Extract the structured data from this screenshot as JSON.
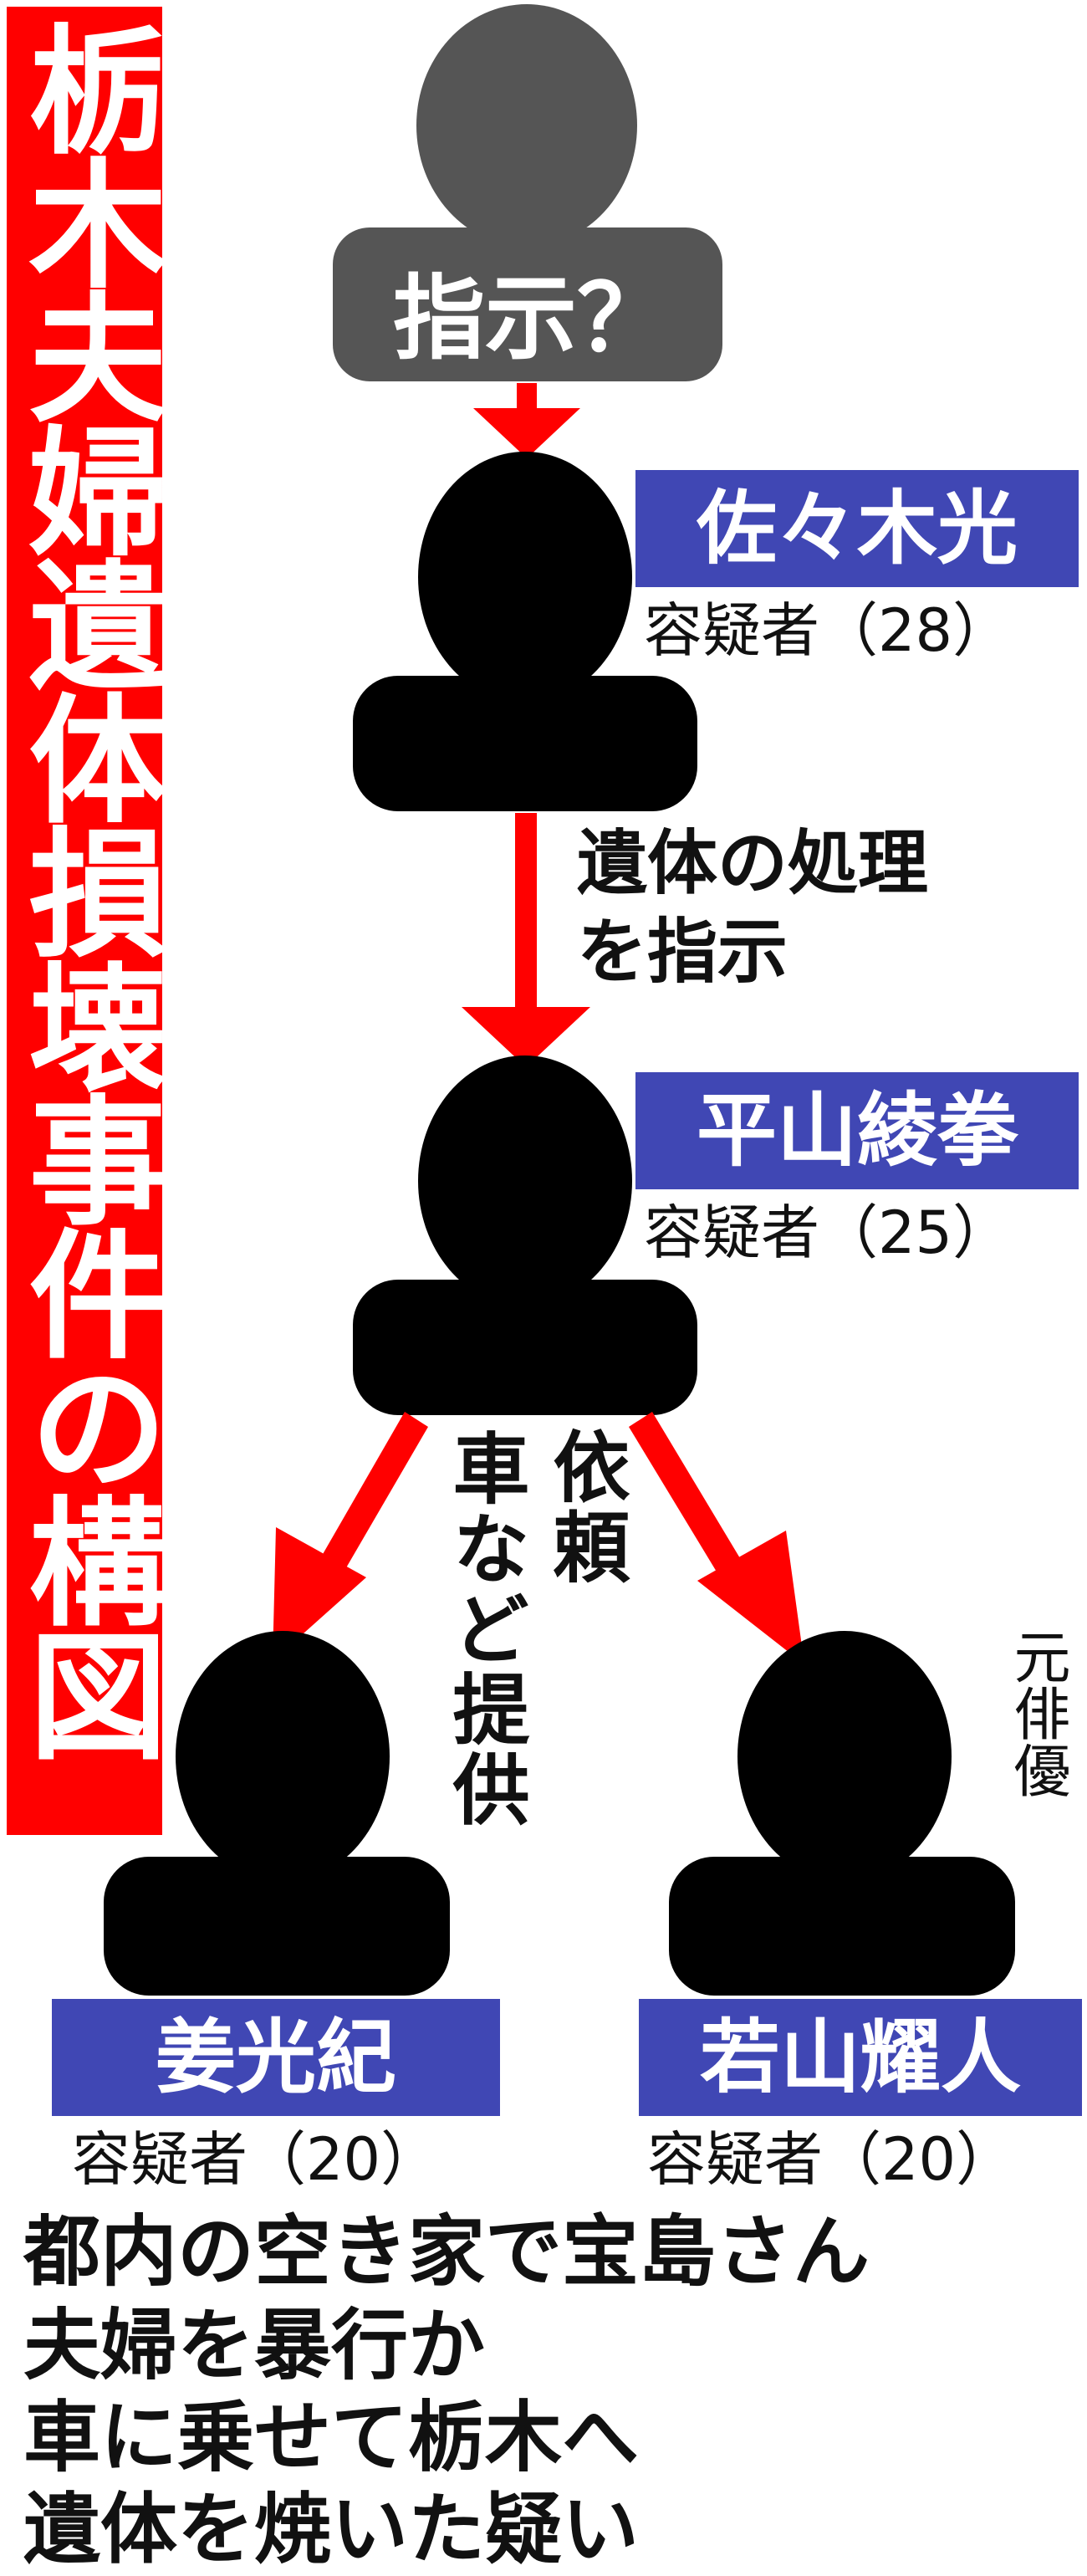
{
  "title": "栃木夫婦遺体損壊事件の構図",
  "top_figure": {
    "label": "指示？"
  },
  "persons": [
    {
      "name": "佐々木光",
      "status": "容疑者（28）"
    },
    {
      "name": "平山綾拳",
      "status": "容疑者（25）"
    },
    {
      "name": "姜光紀",
      "status": "容疑者（20）"
    },
    {
      "name": "若山耀人",
      "status": "容疑者（20）",
      "note": "元俳優"
    }
  ],
  "relations": {
    "sasaki_to_hirayama": [
      "遺体の処理",
      "を指示"
    ],
    "hirayama_to_left": "車など提供",
    "hirayama_to_right": "依頼"
  },
  "caption_lines": [
    "都内の空き家で宝島さん",
    "夫婦を暴行か",
    "車に乗せて栃木へ",
    "遺体を焼いた疑い"
  ],
  "colors": {
    "title_bg": "#ff0000",
    "title_text": "#ffffff",
    "name_box": "#4047b4",
    "arrow": "#ff0000",
    "silhouette": "#000000",
    "top_silhouette": "#555555"
  }
}
